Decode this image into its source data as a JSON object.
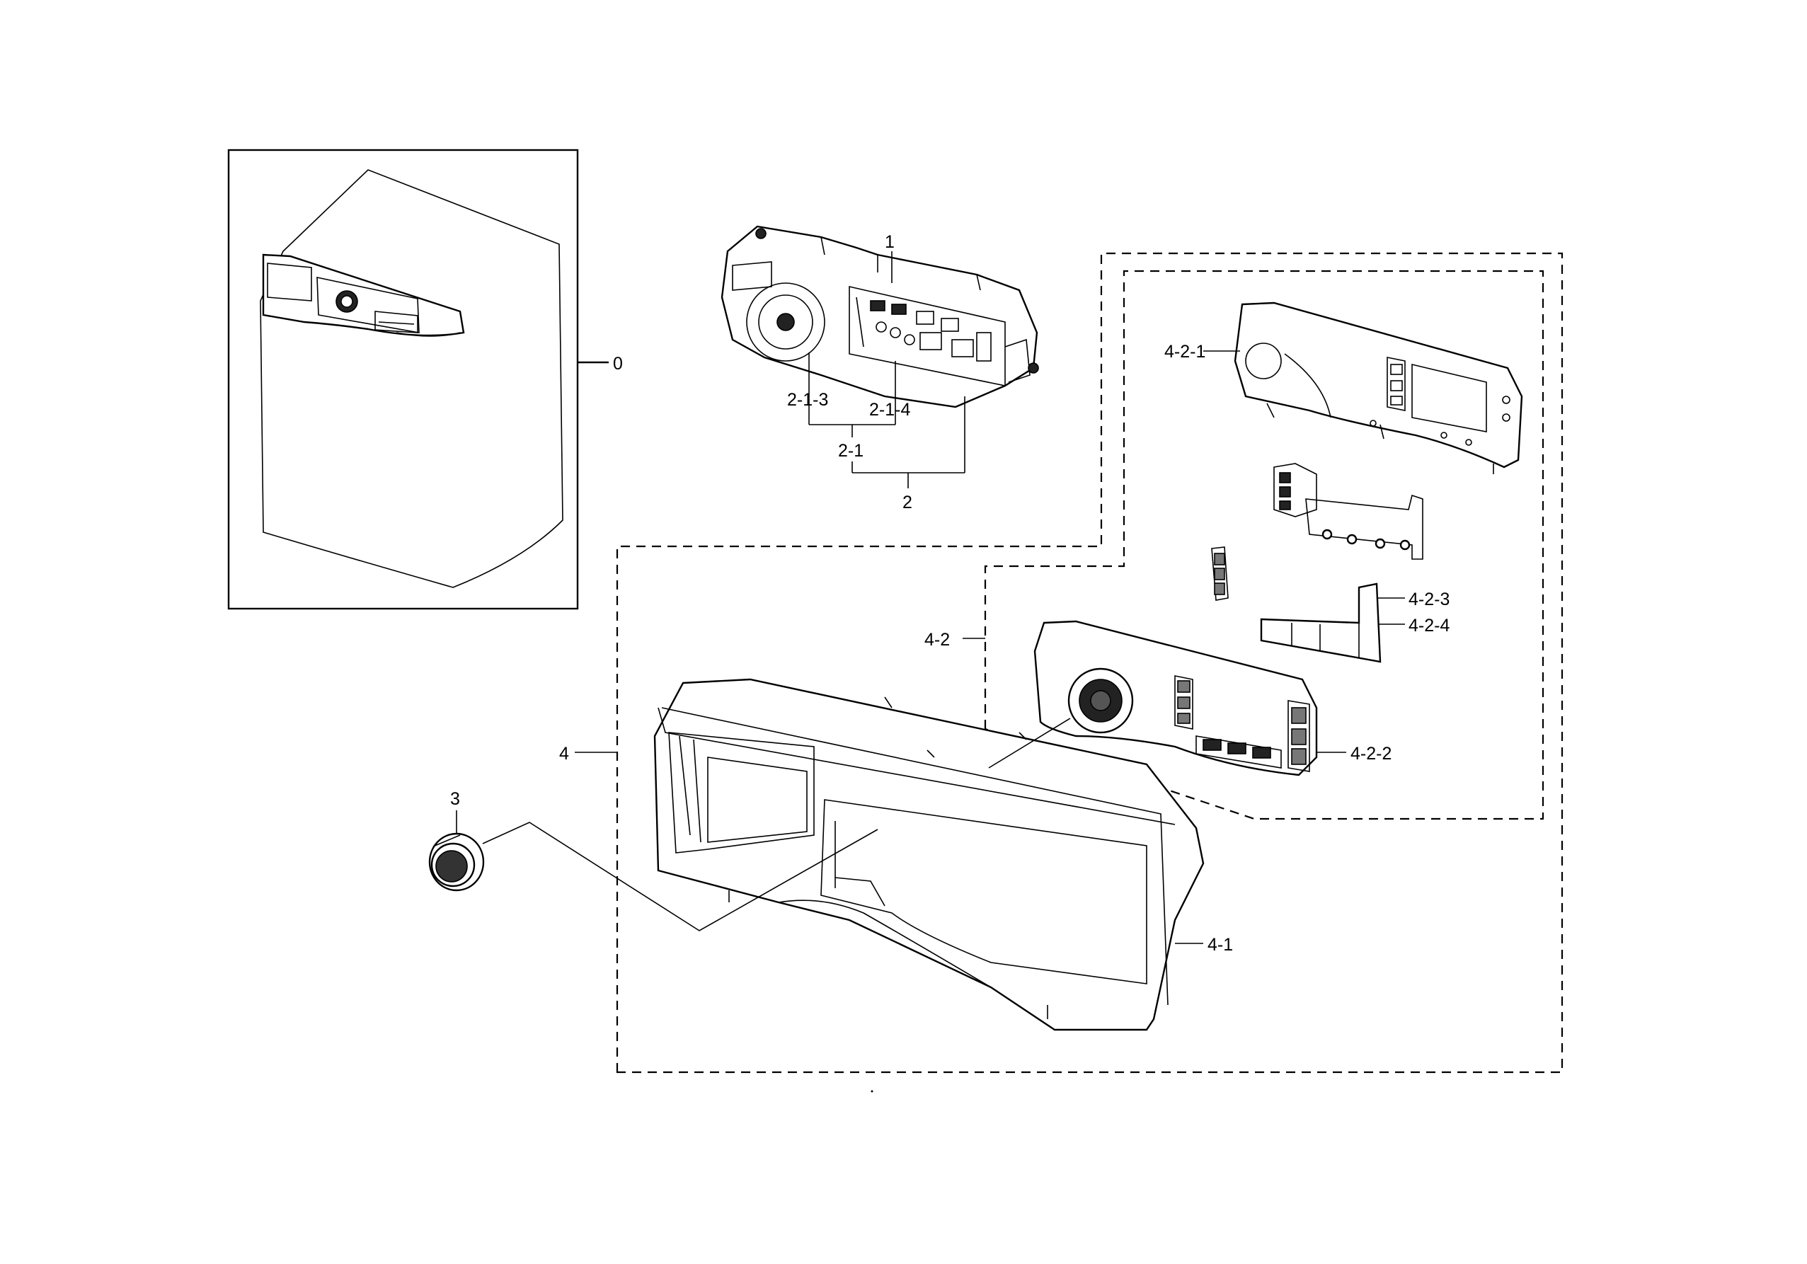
{
  "diagram": {
    "callouts": {
      "c0": "0",
      "c1": "1",
      "c2": "2",
      "c2_1": "2-1",
      "c2_1_3": "2-1-3",
      "c2_1_4": "2-1-4",
      "c3": "3",
      "c4": "4",
      "c4_1": "4-1",
      "c4_2": "4-2",
      "c4_2_1": "4-2-1",
      "c4_2_2": "4-2-2",
      "c4_2_3": "4-2-3",
      "c4_2_4": "4-2-4"
    }
  }
}
